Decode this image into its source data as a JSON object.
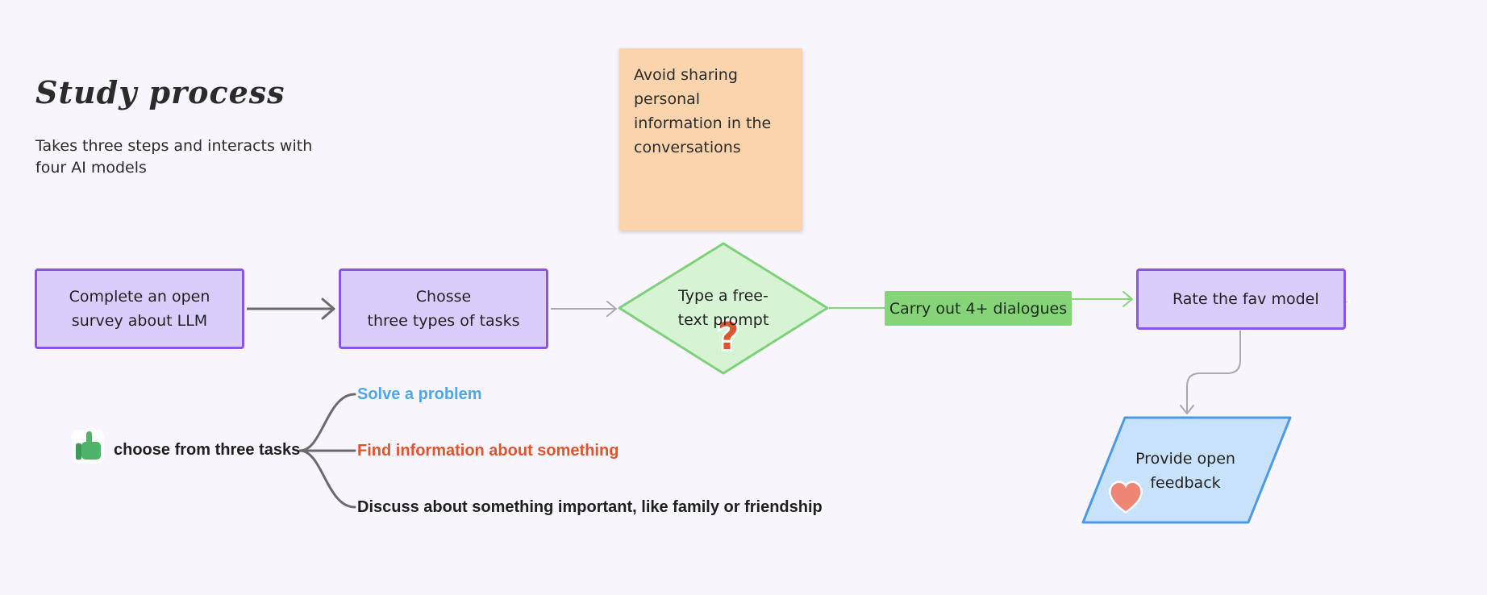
{
  "header": {
    "title": "Study process",
    "subtitle": "Takes three steps and interacts with four AI models"
  },
  "note": {
    "text": "Avoid sharing personal information in the conversations"
  },
  "steps": {
    "survey": [
      "Complete an open",
      "survey about LLM"
    ],
    "tasks": [
      "Chosse",
      "three types of tasks"
    ],
    "prompt": [
      "Type a free-",
      "text prompt"
    ],
    "dialogues": "Carry out 4+ dialogues",
    "rate": "Rate the fav model",
    "feedback": [
      "Provide open",
      "feedback"
    ]
  },
  "task_tree": {
    "root": "choose from three tasks",
    "branches": [
      "Solve a problem",
      "Find information about something",
      "Discuss about something important, like family or friendship"
    ]
  },
  "colors": {
    "process_fill": "#dacdfb",
    "process_border": "#8a54e8",
    "decision_fill": "#d6f4d3",
    "decision_border": "#7fd07a",
    "feedback_fill": "#c8e2fb",
    "feedback_border": "#4b9ae6",
    "note_fill": "#f9d4ad",
    "branch_blue": "#4ea7ea",
    "branch_red": "#e0542b"
  },
  "icons": {
    "note_sticker": "thumbs-down-icon",
    "prompt_sticker": "question-mark-icon",
    "rate_sticker": "star-icon",
    "feedback_sticker": "heart-icon",
    "tree_sticker": "thumbs-up-icon"
  }
}
